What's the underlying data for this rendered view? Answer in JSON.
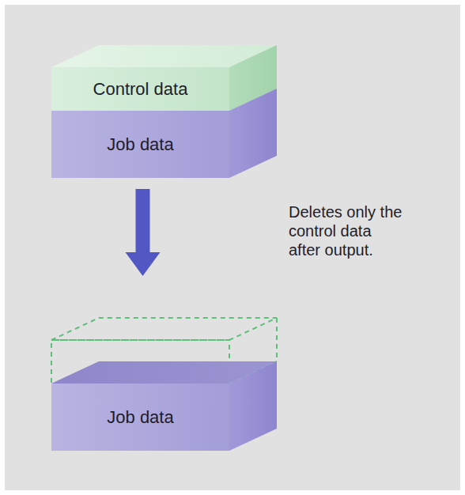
{
  "diagram": {
    "nodes": [
      {
        "text": [
          "Control data"
        ]
      },
      {
        "text": [
          "Job data"
        ]
      },
      {
        "text": [
          "Job data"
        ]
      }
    ],
    "edges": [
      {
        "from": 1,
        "to": 2,
        "arrow": "to"
      }
    ],
    "labels": [
      "Deletes only the control data after output."
    ]
  }
}
